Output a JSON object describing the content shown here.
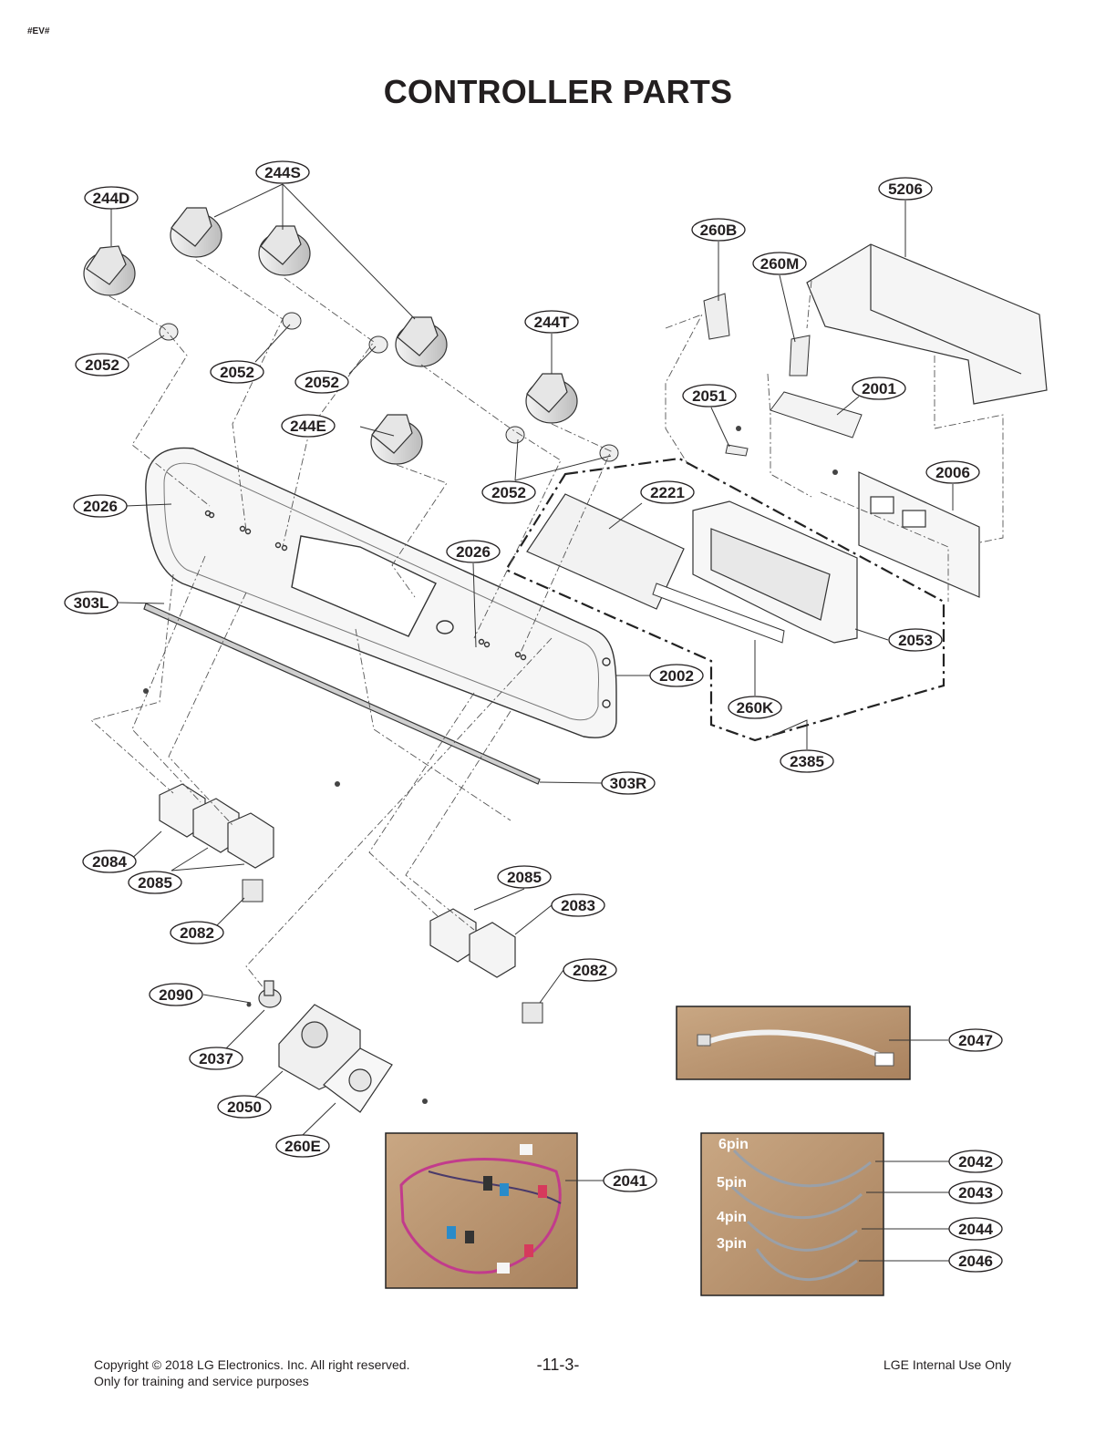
{
  "header": {
    "tag": "#EV#",
    "title": "CONTROLLER PARTS"
  },
  "callouts": [
    {
      "id": "244D"
    },
    {
      "id": "244S"
    },
    {
      "id": "5206"
    },
    {
      "id": "260B"
    },
    {
      "id": "260M"
    },
    {
      "id": "244T"
    },
    {
      "id": "2052"
    },
    {
      "id": "2052"
    },
    {
      "id": "2052"
    },
    {
      "id": "2052"
    },
    {
      "id": "2051"
    },
    {
      "id": "2001"
    },
    {
      "id": "244E"
    },
    {
      "id": "2006"
    },
    {
      "id": "2221"
    },
    {
      "id": "2026"
    },
    {
      "id": "2026"
    },
    {
      "id": "303L"
    },
    {
      "id": "2053"
    },
    {
      "id": "2002"
    },
    {
      "id": "260K"
    },
    {
      "id": "2385"
    },
    {
      "id": "303R"
    },
    {
      "id": "2084"
    },
    {
      "id": "2085"
    },
    {
      "id": "2085"
    },
    {
      "id": "2083"
    },
    {
      "id": "2082"
    },
    {
      "id": "2082"
    },
    {
      "id": "2090"
    },
    {
      "id": "2037"
    },
    {
      "id": "2047"
    },
    {
      "id": "2050"
    },
    {
      "id": "260E"
    },
    {
      "id": "2041"
    },
    {
      "id": "2042"
    },
    {
      "id": "2043"
    },
    {
      "id": "2044"
    },
    {
      "id": "2046"
    }
  ],
  "pin_labels": [
    "6pin",
    "5pin",
    "4pin",
    "3pin"
  ],
  "footer": {
    "copyright": "Copyright © 2018 LG Electronics. Inc. All right reserved.",
    "purpose": "Only for training and service purposes",
    "page": "-11-3-",
    "internal": "LGE Internal Use Only"
  }
}
